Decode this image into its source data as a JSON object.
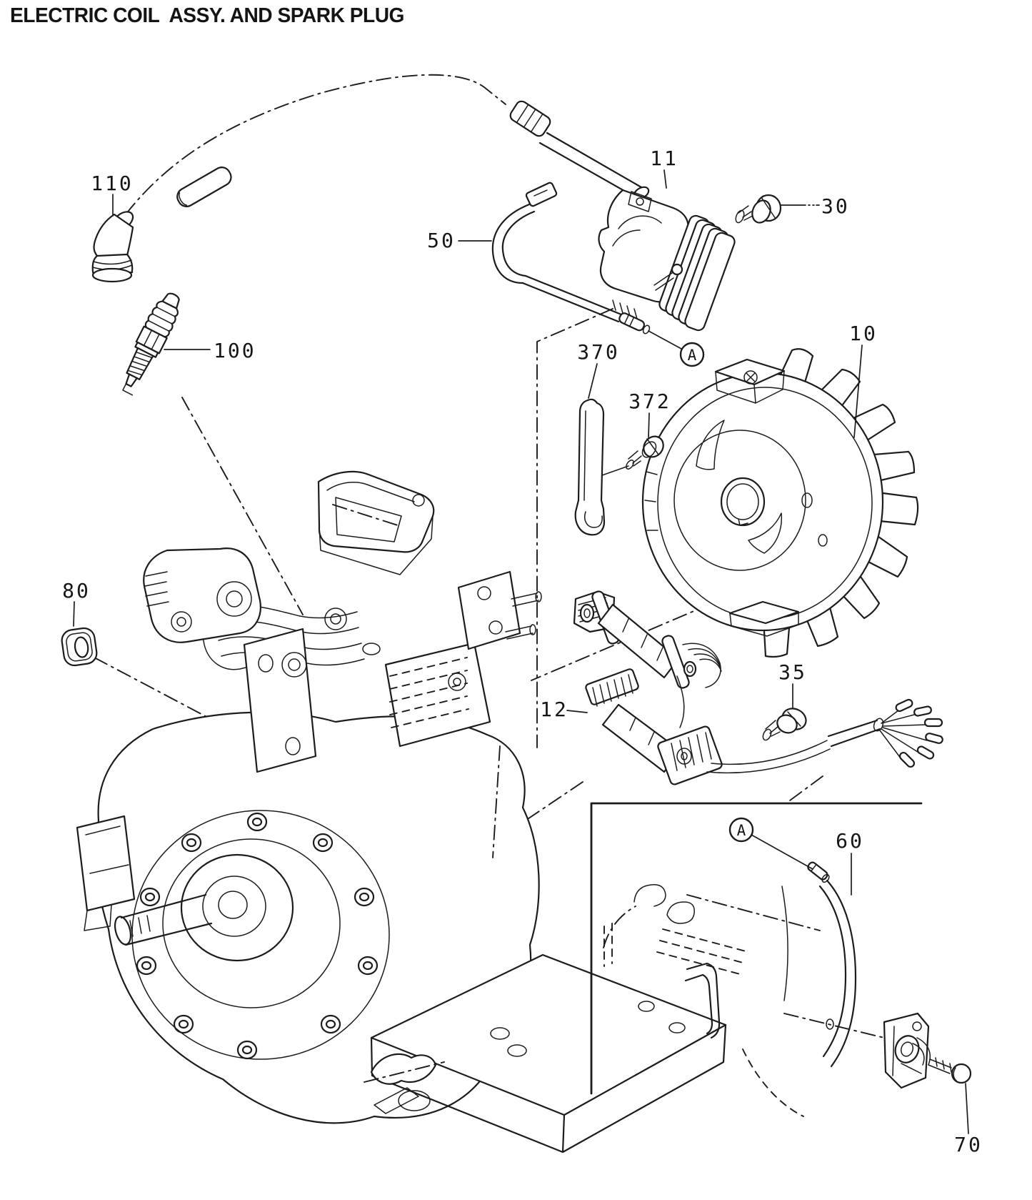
{
  "title": "ELECTRIC COIL  ASSY. AND SPARK PLUG",
  "callouts": {
    "c110": "110",
    "c100": "100",
    "c80": "80",
    "c50": "50",
    "c11": "11",
    "c30": "30",
    "c370": "370",
    "c372": "372",
    "c10": "10",
    "c12": "12",
    "c35": "35",
    "c60": "60",
    "c70": "70"
  },
  "view_marker": {
    "label": "A"
  }
}
